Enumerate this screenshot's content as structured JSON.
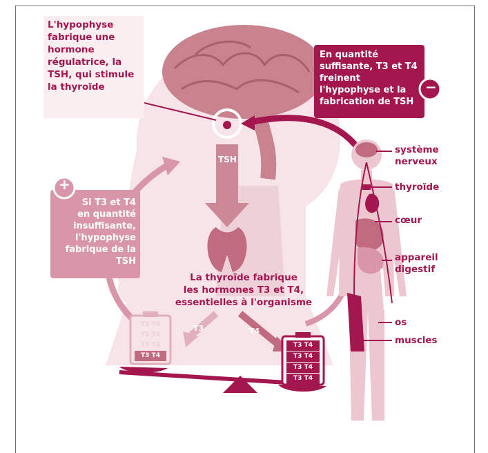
{
  "top_left_box": {
    "text": "L'hypophyse\nfabrique une\nhormone\nrégulatrice, la\nTSH, qui stimule\nla thyroïde"
  },
  "top_right_box": {
    "text": "En quantité\nsuffisante, T3 et T4\nfreinent\nl'hypophyse et la\nfabrication de TSH",
    "sign": "−"
  },
  "left_box": {
    "text": "Si T3 et T4\nen quantité\ninsuffisante,\nl'hypophyse\nfabrique de la\nTSH",
    "sign": "+"
  },
  "center_text": "La thyroïde fabrique\nles hormones T3 et T4,\nessentielles à l'organisme",
  "tsh_label": "TSH",
  "hormone_labels": {
    "t3": "T3",
    "t4": "T4"
  },
  "battery_left": [
    "T3 T4",
    "T3 T4",
    "T3 T4",
    "T3 T4"
  ],
  "battery_right": [
    "T3 T4",
    "T3 T4",
    "T3 T4",
    "T3 T4"
  ],
  "body_labels": {
    "nervous": "système\nnerveux",
    "thyroid": "thyroïde",
    "heart": "cœur",
    "digestive": "appareil\ndigestif",
    "bones": "os",
    "muscles": "muscles"
  },
  "colors": {
    "accent": "#a3174e",
    "light": "#f1d6dc",
    "mid": "#d996a9",
    "bg_pink": "#f6e4e8"
  }
}
